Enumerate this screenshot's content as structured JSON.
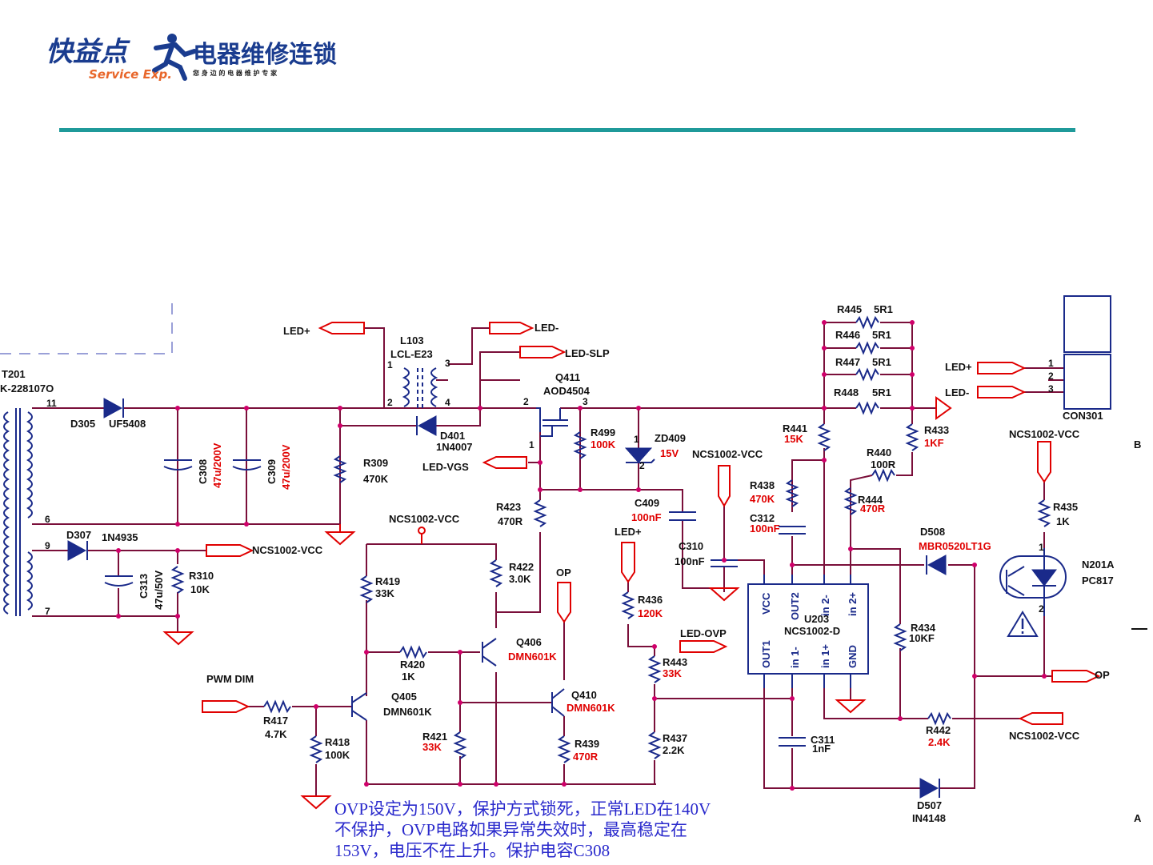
{
  "logo": {
    "brand_cn": "快益点",
    "brand_en": "Service Exp.",
    "store_cn": "电器维修连锁",
    "slogan_cn": "您 身 边 的 电 器 维 护 专 家"
  },
  "labels": {
    "led_plus_1": "LED+",
    "l103_ref": "L103",
    "l103_val": "LCL-E23",
    "led_minus_1": "LED-",
    "led_slp": "LED-SLP",
    "q411_ref": "Q411",
    "q411_val": "AOD4504",
    "t201": "T201",
    "t201_val": "K-228107O",
    "d305_ref": "D305",
    "d305_val": "UF5408",
    "d401_ref": "D401",
    "d401_val": "1N4007",
    "c308_ref": "C308",
    "c308_val": "47u/200V",
    "c309_ref": "C309",
    "c309_val": "47u/200V",
    "r309_ref": "R309",
    "r309_val": "470K",
    "led_vgs": "LED-VGS",
    "r499_ref": "R499",
    "r499_val": "100K",
    "zd409_ref": "ZD409",
    "zd409_val": "15V",
    "ncs_vcc_1": "NCS1002-VCC",
    "d307_ref": "D307",
    "d307_val": "1N4935",
    "ncs_vcc_2": "NCS1002-VCC",
    "c313_ref": "C313",
    "c313_val": "47u/50V",
    "r310_ref": "R310",
    "r310_val": "10K",
    "r423_ref": "R423",
    "r423_val": "470R",
    "ncs_vcc_3": "NCS1002-VCC",
    "c409_ref": "C409",
    "c409_val": "100nF",
    "led_plus_2": "LED+",
    "c310_ref": "C310",
    "c310_val": "100nF",
    "r438_ref": "R438",
    "r438_val": "470K",
    "c312_ref": "C312",
    "c312_val": "100nF",
    "r419_ref": "R419",
    "r419_val": "33K",
    "r422_ref": "R422",
    "r422_val": "3.0K",
    "op_1": "OP",
    "q406_ref": "Q406",
    "q406_val": "DMN601K",
    "r420_ref": "R420",
    "r420_val": "1K",
    "r436_ref": "R436",
    "r436_val": "120K",
    "led_ovp": "LED-OVP",
    "r443_ref": "R443",
    "r443_val": "33K",
    "pwm_dim": "PWM DIM",
    "q405_ref": "Q405",
    "q405_val": "DMN601K",
    "q410_ref": "Q410",
    "q410_val": "DMN601K",
    "r417_ref": "R417",
    "r417_val": "4.7K",
    "r418_ref": "R418",
    "r418_val": "100K",
    "r421_ref": "R421",
    "r421_val": "33K",
    "r439_ref": "R439",
    "r439_val": "470R",
    "r437_ref": "R437",
    "r437_val": "2.2K",
    "u203_ref": "U203",
    "u203_val": "NCS1002-D",
    "pin_vcc": "VCC",
    "pin_out2": "OUT2",
    "pin_in2m": "in 2-",
    "pin_in2p": "in 2+",
    "pin_out1": "OUT1",
    "pin_in1m": "in 1-",
    "pin_in1p": "in 1+",
    "pin_gnd": "GND",
    "c311_ref": "C311",
    "c311_val": "1nF",
    "d507_ref": "D507",
    "d507_val": "IN4148",
    "r445_ref": "R445",
    "r445_val": "5R1",
    "r446_ref": "R446",
    "r446_val": "5R1",
    "r447_ref": "R447",
    "r447_val": "5R1",
    "r448_ref": "R448",
    "r448_val": "5R1",
    "r441_ref": "R441",
    "r441_val": "15K",
    "r433_ref": "R433",
    "r433_val": "1KF",
    "r440_ref": "R440",
    "r440_val": "100R",
    "r444_ref": "R444",
    "r444_val": "470R",
    "d508_ref": "D508",
    "d508_val": "MBR0520LT1G",
    "r434_ref": "R434",
    "r434_val": "10KF",
    "r442_ref": "R442",
    "r442_val": "2.4K",
    "ncs_vcc_4": "NCS1002-VCC",
    "ncs_vcc_5": "NCS1002-VCC",
    "r435_ref": "R435",
    "r435_val": "1K",
    "n201a_ref": "N201A",
    "n201a_val": "PC817",
    "op_2": "OP",
    "led_plus_3": "LED+",
    "led_minus_3": "LED-",
    "con301": "CON301",
    "sheet_b": "B",
    "sheet_a": "A"
  },
  "note": {
    "line1": "OVP设定为150V，保护方式锁死，正常LED在140V",
    "line2": "不保护，OVP电路如果异常失效时，最高稳定在",
    "line3": "153V，电压不在上升。保护电容C308"
  },
  "colors": {
    "wire": "#7a0f3a",
    "component": "#1a2a8a",
    "port": "#e00000",
    "value_text": "#e00000",
    "note_text": "#2a2acc",
    "divider": "#1f9a9a"
  }
}
